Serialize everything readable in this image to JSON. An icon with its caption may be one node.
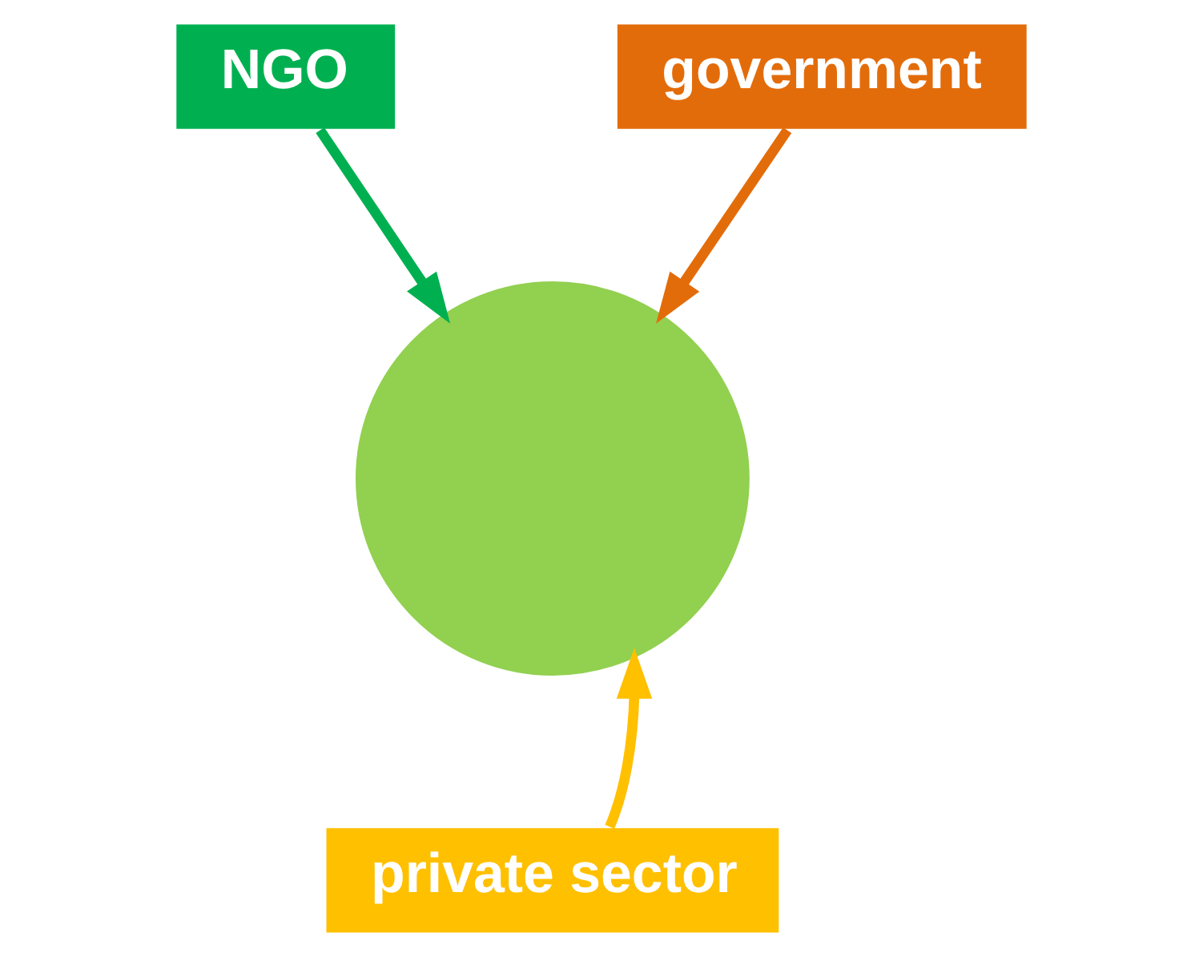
{
  "diagram": {
    "nodes": [
      {
        "text": [
          "NGO"
        ]
      },
      {
        "text": [
          "government"
        ]
      },
      {
        "text": [
          "private sector"
        ]
      },
      {
        "text": [],
        "shape": "circle"
      }
    ],
    "edges": [
      {
        "from": 0,
        "to": 3,
        "arrow": "to",
        "color": "#00b050"
      },
      {
        "from": 1,
        "to": 3,
        "arrow": "to",
        "color": "#e36c0a"
      },
      {
        "from": 2,
        "to": 3,
        "arrow": "to",
        "color": "#ffc000"
      }
    ]
  }
}
